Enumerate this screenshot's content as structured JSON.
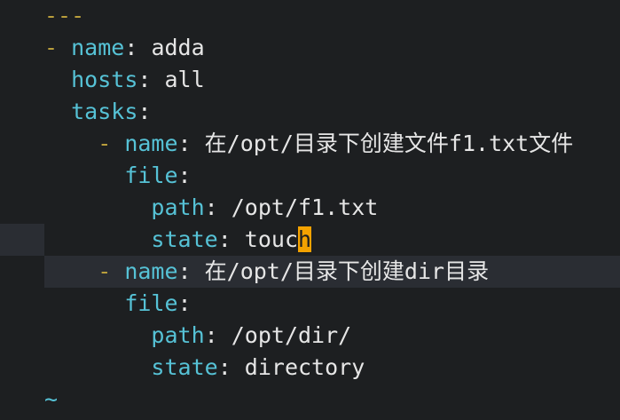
{
  "editor": {
    "doc_start": "---",
    "play": {
      "name_key": "name",
      "name_val": "adda",
      "hosts_key": "hosts",
      "hosts_val": "all",
      "tasks_key": "tasks"
    },
    "task1": {
      "name_key": "name",
      "name_val": "在/opt/目录下创建文件f1.txt文件",
      "module_key": "file",
      "path_key": "path",
      "path_val": "/opt/f1.txt",
      "state_key": "state",
      "state_val_before_cursor": "touc",
      "state_val_cursor": "h"
    },
    "task2": {
      "name_key": "name",
      "name_val": "在/opt/目录下创建dir目录",
      "module_key": "file",
      "path_key": "path",
      "path_val": "/opt/dir/",
      "state_key": "state",
      "state_val": "directory"
    },
    "end_marker": "~"
  },
  "colors": {
    "background": "#1d1f21",
    "key": "#56c2d6",
    "dash": "#b99e3c",
    "text": "#e6e6e6",
    "cursor": "#f3a200",
    "cursorline": "#2a2d33"
  }
}
